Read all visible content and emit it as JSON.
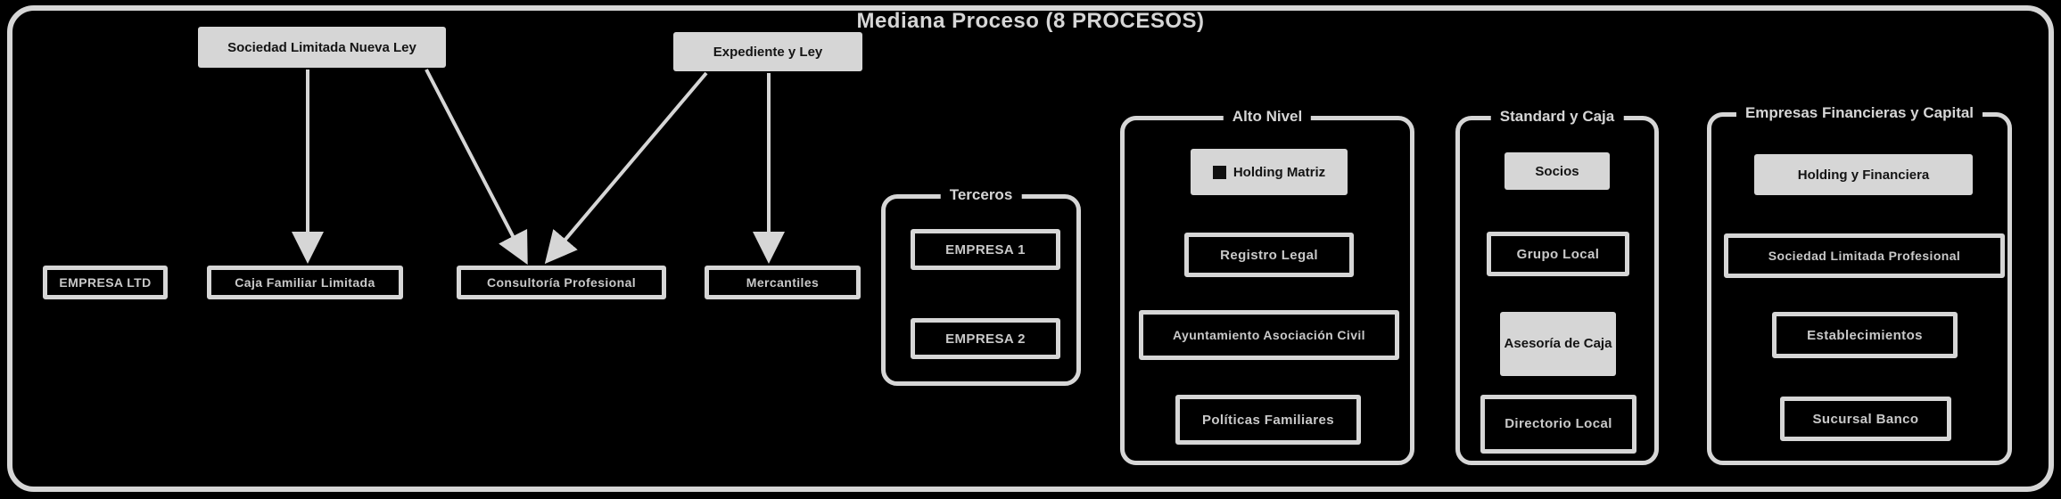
{
  "title": "Mediana Proceso (8 PROCESOS)",
  "colors": {
    "background": "#000000",
    "stroke": "#d6d6d6",
    "box_fill": "#d6d6d6",
    "dark_text": "#141414",
    "light_text": "#c9c9c9"
  },
  "org_chart": {
    "parents": {
      "boxA": {
        "label": "Sociedad Limitada Nueva Ley"
      },
      "boxD": {
        "label": "Expediente y Ley"
      }
    },
    "leaves": {
      "boxF": {
        "label": "EMPRESA LTD"
      },
      "boxB": {
        "label": "Caja Familiar Limitada"
      },
      "boxC": {
        "label": "Consultoría Profesional"
      },
      "boxE": {
        "label": "Mercantiles"
      }
    },
    "connectors": [
      {
        "from": "boxA",
        "to": "boxB",
        "type": "arrow"
      },
      {
        "from": "boxA",
        "to": "boxC",
        "type": "arrow"
      },
      {
        "from": "boxD",
        "to": "boxC",
        "type": "arrow"
      },
      {
        "from": "boxD",
        "to": "boxE",
        "type": "arrow"
      }
    ]
  },
  "groups": {
    "terceros": {
      "title": "Terceros",
      "items": {
        "i1": {
          "label": "EMPRESA 1"
        },
        "i2": {
          "label": "EMPRESA 2"
        }
      }
    },
    "alto_nivel": {
      "title": "Alto Nivel",
      "header": {
        "label": "Holding Matriz",
        "icon": "square-icon"
      },
      "items": {
        "i1": {
          "label": "Registro Legal"
        },
        "i2": {
          "label": "Ayuntamiento Asociación Civil"
        },
        "i3": {
          "label": "Políticas Familiares"
        }
      }
    },
    "standard": {
      "title": "Standard y Caja",
      "header": {
        "label": "Socios"
      },
      "items": {
        "i1": {
          "label": "Grupo Local"
        },
        "i2": {
          "label": "Asesoría de Caja"
        },
        "i3": {
          "label": "Directorio Local"
        }
      }
    },
    "financieras": {
      "title": "Empresas Financieras y Capital",
      "header": {
        "label": "Holding y Financiera"
      },
      "items": {
        "i1": {
          "label": "Sociedad Limitada Profesional"
        },
        "i2": {
          "label": "Establecimientos"
        },
        "i3": {
          "label": "Sucursal Banco"
        }
      }
    }
  }
}
